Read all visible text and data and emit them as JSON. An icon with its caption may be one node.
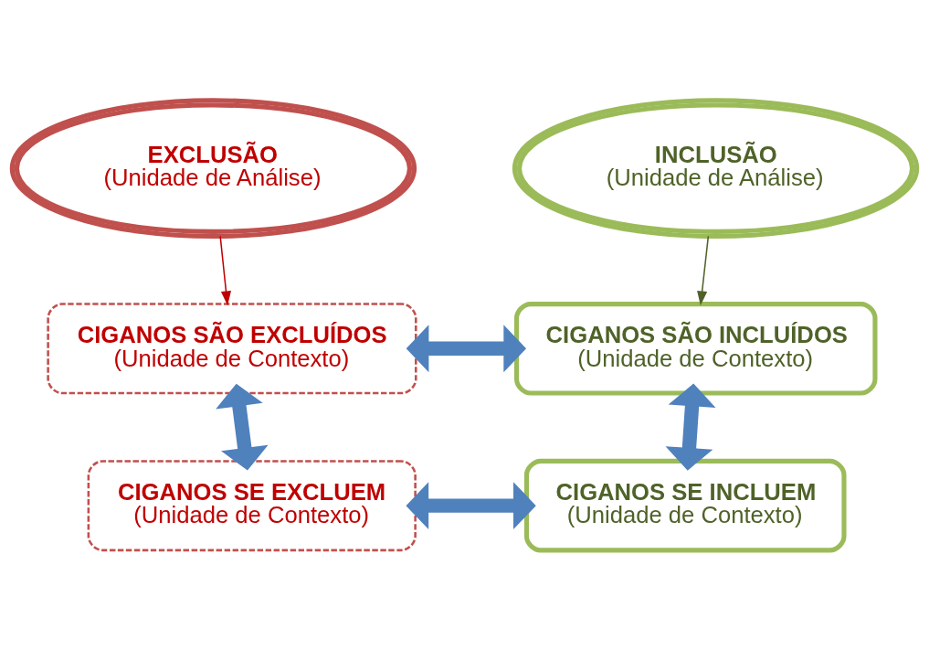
{
  "diagram": {
    "nodes": [
      {
        "text": [
          "EXCLUSÃO",
          "(Unidade de Análise)"
        ]
      },
      {
        "text": [
          "INCLUSÃO",
          "(Unidade de Análise)"
        ]
      },
      {
        "text": [
          "CIGANOS SÃO EXCLUÍDOS",
          "(Unidade de Contexto)"
        ]
      },
      {
        "text": [
          "CIGANOS SÃO INCLUÍDOS",
          "(Unidade de Contexto)"
        ]
      },
      {
        "text": [
          "CIGANOS SE EXCLUEM",
          "(Unidade de Contexto)"
        ]
      },
      {
        "text": [
          "CIGANOS SE INCLUEM",
          "(Unidade de Contexto)"
        ]
      }
    ],
    "edges": [
      {
        "from": 0,
        "to": 2,
        "arrow": "to",
        "color": "#c00000"
      },
      {
        "from": 1,
        "to": 3,
        "arrow": "to",
        "color": "#4f6228"
      },
      {
        "from": 2,
        "to": 3,
        "arrow": "both"
      },
      {
        "from": 2,
        "to": 4,
        "arrow": "both"
      },
      {
        "from": 3,
        "to": 5,
        "arrow": "both"
      },
      {
        "from": 4,
        "to": 5,
        "arrow": "both"
      }
    ]
  }
}
